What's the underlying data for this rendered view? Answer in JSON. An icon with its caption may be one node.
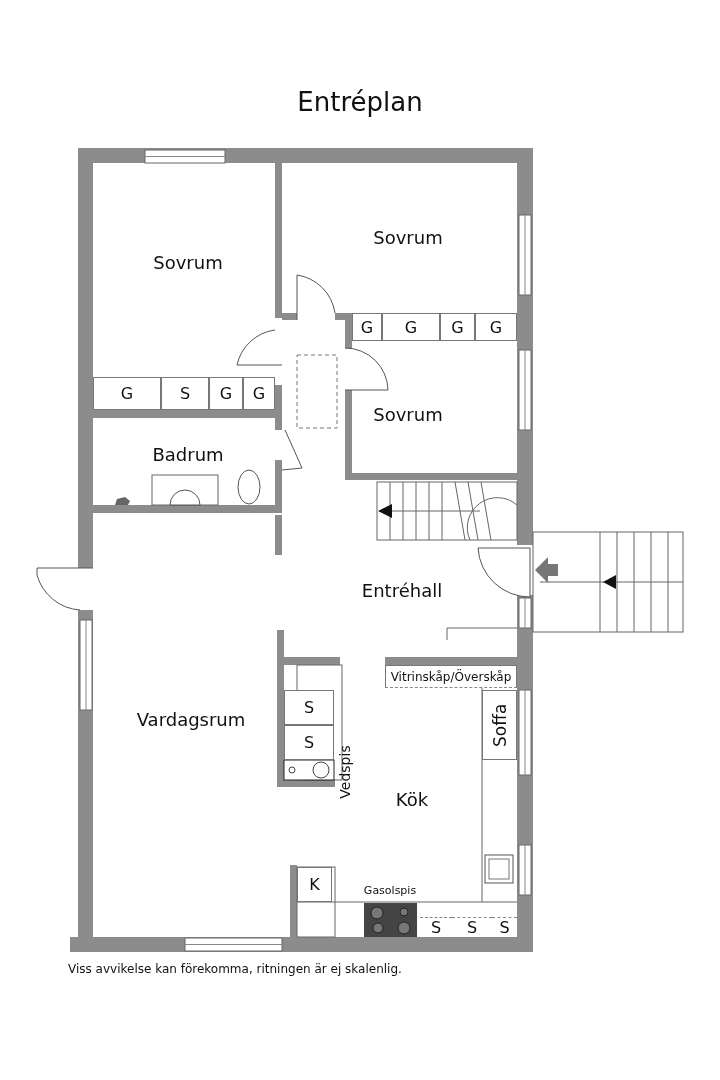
{
  "diagram": {
    "title": "Entréplan",
    "caption": "Viss avvikelse kan förekomma, ritningen är ej skalenlig.",
    "nodes": [
      {
        "text": [
          "Sovrum"
        ]
      },
      {
        "text": [
          "Sovrum"
        ]
      },
      {
        "text": [
          "Sovrum"
        ]
      },
      {
        "text": [
          "Badrum"
        ]
      },
      {
        "text": [
          "Entréhall"
        ]
      },
      {
        "text": [
          "Vardagsrum"
        ]
      },
      {
        "text": [
          "Kök"
        ]
      }
    ],
    "labels": [
      "G",
      "G",
      "G",
      "G",
      "G",
      "S",
      "G",
      "G",
      "Vitrinskåp/Överskåp",
      "Soffa",
      "S",
      "S",
      "Vedspis",
      "K",
      "Gasolspis",
      "S",
      "S",
      "S"
    ]
  }
}
